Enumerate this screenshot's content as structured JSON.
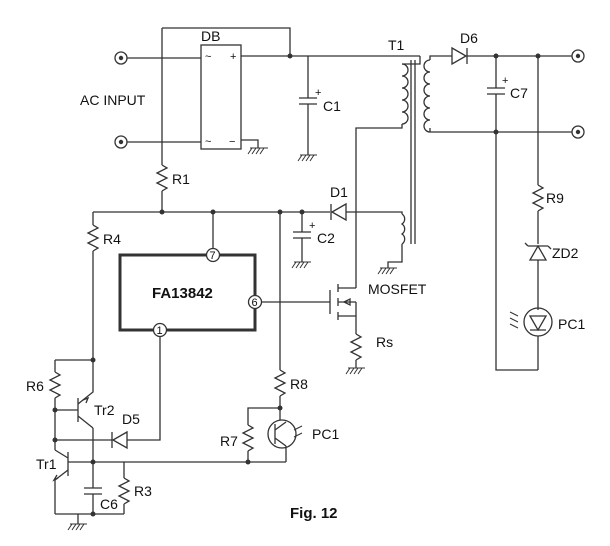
{
  "diagram": {
    "figure_caption": "Fig. 12",
    "input_label": "AC INPUT",
    "ic": {
      "name": "FA13842",
      "pins": [
        "7",
        "6",
        "1"
      ]
    },
    "components": {
      "bridge": "DB",
      "transformer": "T1",
      "mosfet": "MOSFET",
      "sense_resistor": "Rs",
      "resistors": [
        "R1",
        "R3",
        "R4",
        "R6",
        "R7",
        "R8",
        "R9"
      ],
      "capacitors": [
        "C1",
        "C2",
        "C6",
        "C7"
      ],
      "diodes": [
        "D1",
        "D5",
        "D6"
      ],
      "zener": "ZD2",
      "transistors": [
        "Tr1",
        "Tr2"
      ],
      "optocoupler": "PC1",
      "optocoupler_secondary": "PC1"
    },
    "bridge_marks": {
      "ac1": "~",
      "ac2": "~",
      "plus": "+",
      "minus": "−"
    },
    "polarity_plus": "+"
  }
}
